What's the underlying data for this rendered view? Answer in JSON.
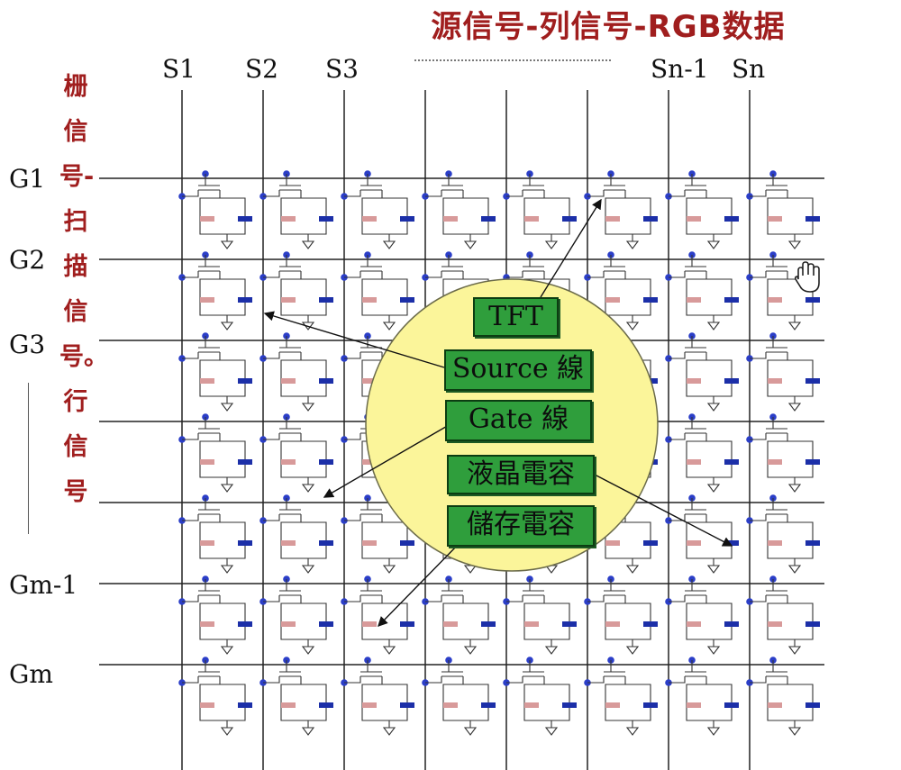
{
  "title": "源信号-列信号-RGB数据",
  "columns": [
    "S1",
    "S2",
    "S3",
    "Sn-1",
    "Sn"
  ],
  "rows": [
    "G1",
    "G2",
    "G3",
    "Gm-1",
    "Gm"
  ],
  "gate_label": "栅信号-扫描信号。行信号",
  "callouts": {
    "tft": "TFT",
    "source_line": "Source 線",
    "gate_line": "Gate 線",
    "lc_capacitor": "液晶電容",
    "storage_capacitor": "儲存電容"
  },
  "colors": {
    "title": "#a01e1e",
    "callout_fill": "#2f9e3c",
    "magnifier_fill": "#fbf59a",
    "dot": "#2b3ec8",
    "lc_cap": "#d89a9a",
    "storage_cap": "#1c2fa8"
  },
  "icons": [
    "hand-cursor-icon",
    "magnifier-circle"
  ]
}
